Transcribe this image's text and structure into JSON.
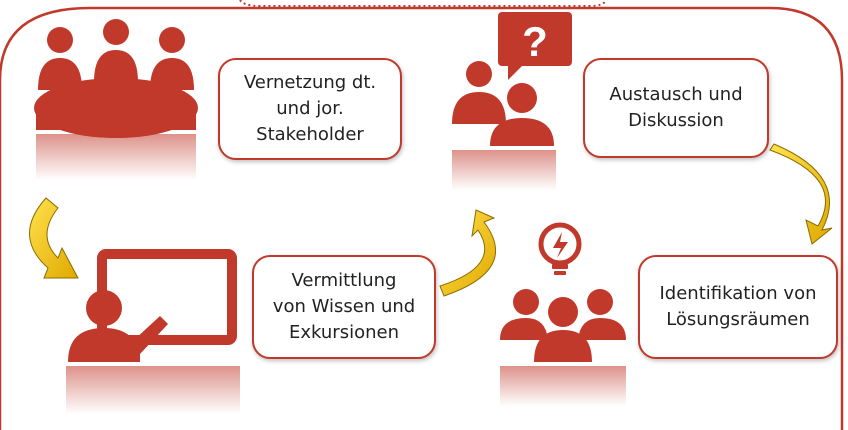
{
  "colors": {
    "brand_red": "#c0392b",
    "arrow_yellow": "#f2c300",
    "arrow_outline": "#8a6d00",
    "text": "#222222"
  },
  "steps": [
    {
      "label": "Vernetzung dt.\nund jor.\nStakeholder",
      "icon": "round-table-meeting-icon"
    },
    {
      "label": "Austausch und\nDiskussion",
      "icon": "question-discussion-icon"
    },
    {
      "label": "Identifikation von\nLösungsräumen",
      "icon": "idea-team-icon"
    },
    {
      "label": "Vermittlung\nvon Wissen und\nExkursionen",
      "icon": "presenter-board-icon"
    }
  ]
}
